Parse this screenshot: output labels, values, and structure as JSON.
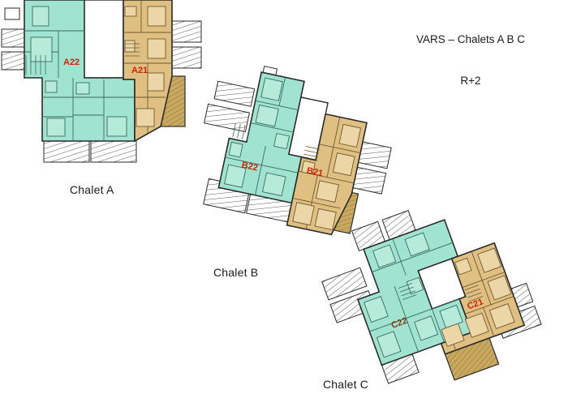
{
  "title": {
    "line1": "VARS – Chalets A B C",
    "line2": "R+2"
  },
  "colors": {
    "apartment_green": "#9fe3d0",
    "apartment_green_dark": "#6fcdb8",
    "apartment_tan": "#dfbf82",
    "apartment_tan_dark": "#c8a663",
    "terrace_tan": "#c9a85f",
    "wall_stroke": "#2b2b2b",
    "interior_stroke": "#4a4a4a",
    "label_red": "#cc2200",
    "label_red_dark": "#8a3a12",
    "caption_text": "#1b1b1b",
    "background": "#ffffff",
    "balcony_fill": "#ffffff"
  },
  "plans": [
    {
      "id": "chalet-a",
      "caption": "Chalet A",
      "rotation_deg": 0,
      "units": [
        {
          "code": "A22",
          "type": "apartment",
          "color_key": "apartment_green",
          "label_color_key": "label_red"
        },
        {
          "code": "A21",
          "type": "apartment",
          "color_key": "apartment_tan",
          "label_color_key": "label_red"
        }
      ]
    },
    {
      "id": "chalet-b",
      "caption": "Chalet B",
      "rotation_deg": 12,
      "units": [
        {
          "code": "B22",
          "type": "apartment",
          "color_key": "apartment_green",
          "label_color_key": "label_red"
        },
        {
          "code": "B21",
          "type": "apartment",
          "color_key": "apartment_tan",
          "label_color_key": "label_red"
        }
      ]
    },
    {
      "id": "chalet-c",
      "caption": "Chalet C",
      "rotation_deg": -20,
      "units": [
        {
          "code": "C22",
          "type": "apartment",
          "color_key": "apartment_green",
          "label_color_key": "label_red_dark"
        },
        {
          "code": "C21",
          "type": "apartment",
          "color_key": "apartment_tan",
          "label_color_key": "label_red"
        }
      ]
    }
  ]
}
